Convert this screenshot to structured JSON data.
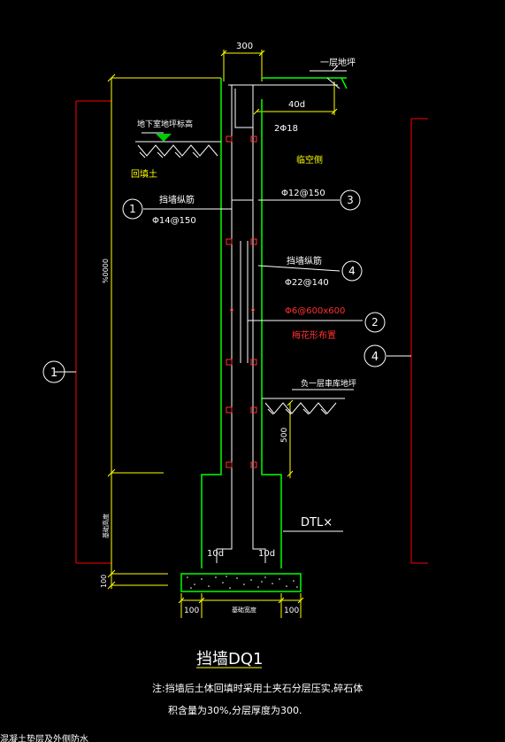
{
  "title": "挡墙DQ1",
  "note_line1": "注:挡墙后土体回填时采用土夹石分层压实,碎石体",
  "note_line2": "积含量为30%,分层厚度为300.",
  "bottom_cut_text": "混凝土垫层及外侧防水",
  "labels": {
    "dim_top": "300",
    "first_floor": "一层地坪",
    "dim_40d": "40d",
    "bar_2phi18": "2Φ18",
    "basement_level": "地下室地坪标高",
    "backfill": "回填土",
    "empty_side": "临空侧",
    "wall_rebar_1": "挡墙纵筋",
    "phi14": "Φ14@150",
    "phi12": "Φ12@150",
    "wall_rebar_2": "挡墙纵筋",
    "phi22": "Φ22@140",
    "phi6": "Φ6@600x600",
    "plum": "梅花形布置",
    "basement_floor": "负一层車库地坪",
    "dim_500": "500",
    "dtl": "DTL×",
    "anchor_left": "10d",
    "anchor_right": "10d",
    "dim_height": "%0000",
    "footing_note": "基础高度",
    "dim_100_v": "100",
    "dim_100_left": "100",
    "dim_100_right": "100",
    "footing_width": "基础宽度"
  },
  "markers": {
    "m1_left": "1",
    "m1_far_left": "1",
    "m3": "3",
    "m4_small": "4",
    "m2": "2",
    "m4_big": "4"
  },
  "colors": {
    "wall": "#00ff00",
    "dim": "#ff0000",
    "rebar": "#ffffff",
    "text_yellow": "#ffff00",
    "text_red": "#ff3030",
    "hatch": "#ffffff"
  }
}
